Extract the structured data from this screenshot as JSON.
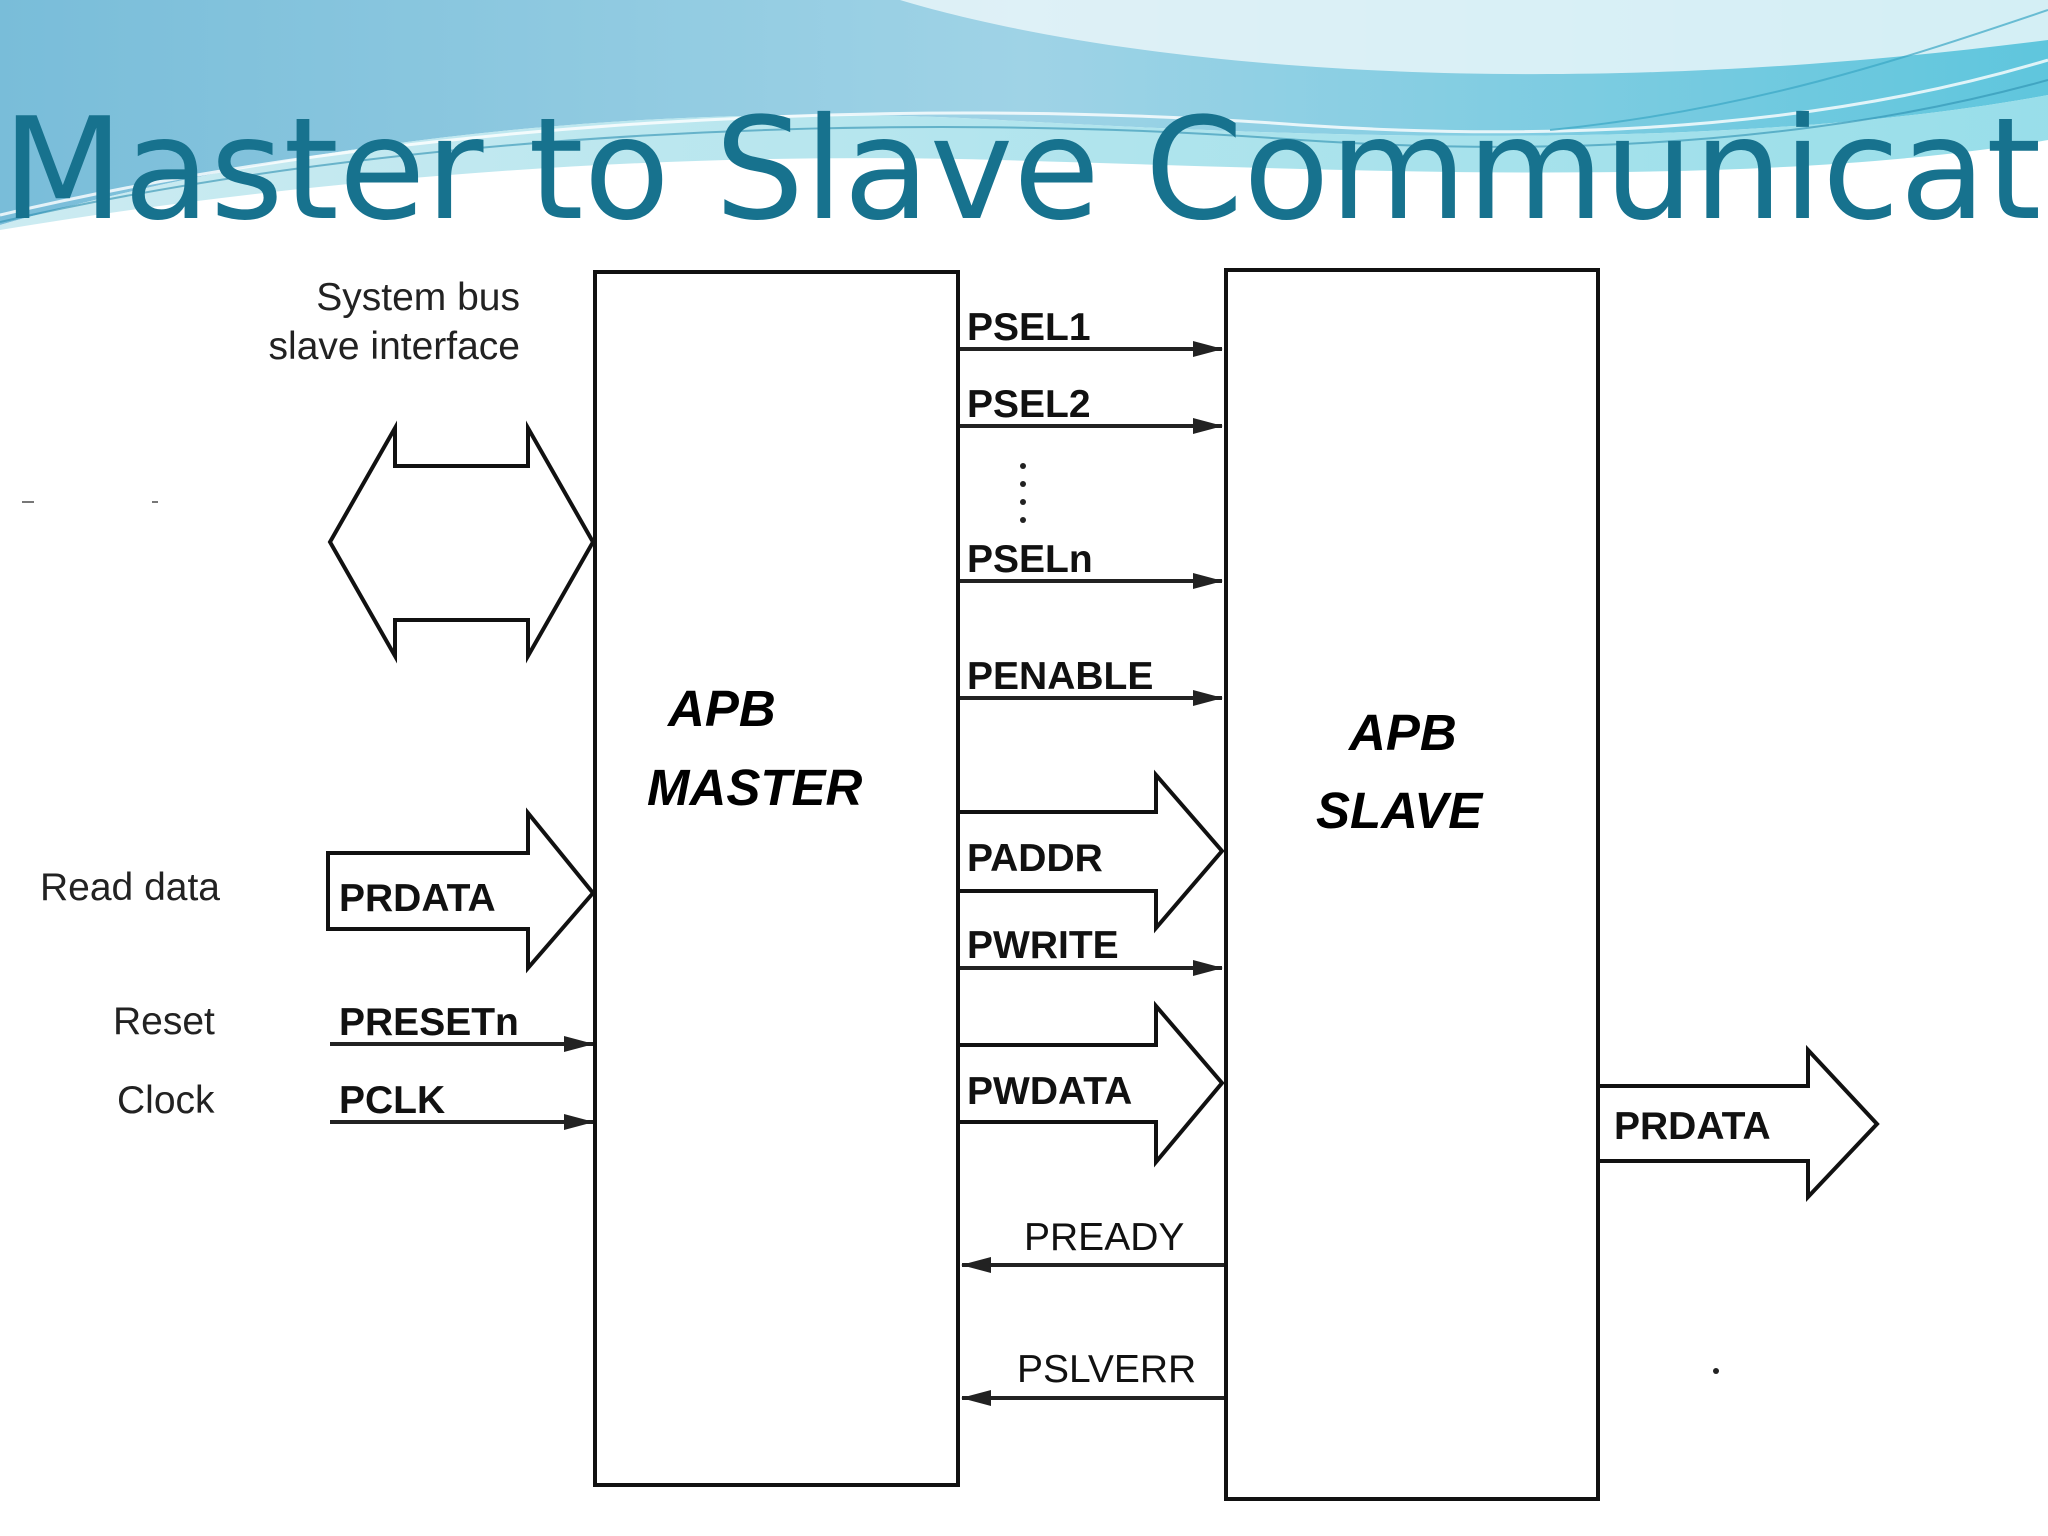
{
  "slide": {
    "title": "Master to Slave Communication"
  },
  "labels": {
    "system_bus": "System bus",
    "slave_interface": "slave interface",
    "read_data": "Read data",
    "reset": "Reset",
    "clock": "Clock"
  },
  "blocks": {
    "master_line1": "APB",
    "master_line2": "MASTER",
    "slave_line1": "APB",
    "slave_line2": "SLAVE"
  },
  "inputs": {
    "prdata": "PRDATA",
    "presetn": "PRESETn",
    "pclk": "PCLK"
  },
  "to_slave": {
    "psel1": "PSEL1",
    "psel2": "PSEL2",
    "pseln": "PSELn",
    "penable": "PENABLE",
    "paddr": "PADDR",
    "pwrite": "PWRITE",
    "pwdata": "PWDATA"
  },
  "to_master": {
    "pready": "PREADY",
    "pslverr": "PSLVERR"
  },
  "slave_out": {
    "prdata": "PRDATA"
  }
}
